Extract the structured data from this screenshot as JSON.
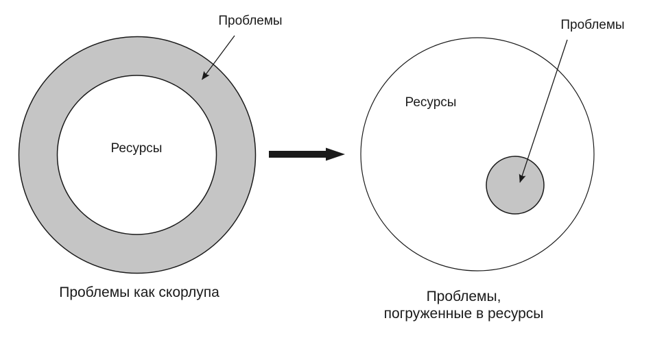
{
  "colors": {
    "background": "#ffffff",
    "shell_gray": "#c5c5c5",
    "ink": "#1a1a1a"
  },
  "icons": {
    "transform_arrow": "thick-right-arrow",
    "pointer_arrowhead": "thin-arrowhead"
  },
  "left_diagram": {
    "pointer_label": "Проблемы",
    "inner_label": "Ресурсы",
    "caption": "Проблемы как скорлупа"
  },
  "right_diagram": {
    "pointer_label": "Проблемы",
    "area_label": "Ресурсы",
    "caption_line1": "Проблемы,",
    "caption_line2": "погруженные в ресурсы"
  }
}
